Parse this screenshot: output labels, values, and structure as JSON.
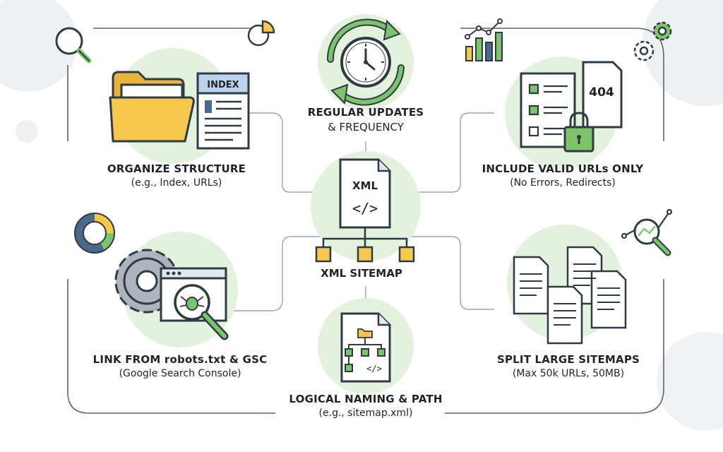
{
  "center": {
    "file_label": "XML",
    "file_code": "</>",
    "title": "XML SITEMAP"
  },
  "topics": {
    "organize": {
      "title": "ORGANIZE STRUCTURE",
      "subtitle": "(e.g., Index, URLs)",
      "doc_label": "INDEX"
    },
    "updates": {
      "title": "REGULAR UPDATES",
      "subtitle": "& FREQUENCY"
    },
    "valid": {
      "title": "INCLUDE VALID URLs ONLY",
      "subtitle": "(No Errors, Redirects)",
      "error_code": "404"
    },
    "link": {
      "title": "LINK FROM robots.txt & GSC",
      "subtitle": "(Google Search Console)"
    },
    "naming": {
      "title": "LOGICAL NAMING & PATH",
      "subtitle": "(e.g., sitemap.xml)",
      "file_code": "</>"
    },
    "split": {
      "title": "SPLIT LARGE SITEMAPS",
      "subtitle": "(Max 50k URLs, 50MB)"
    }
  },
  "colors": {
    "outline": "#2f3a45",
    "yellow": "#f5c84c",
    "green": "#7cc46a",
    "blob": "#e3f1dd",
    "doc": "#ffffff",
    "gray": "#aeb4bb",
    "blue": "#4a6a8c"
  },
  "icons": [
    "magnifier-icon",
    "pie-chart-icon",
    "folder-icon",
    "index-document-icon",
    "clock-icon",
    "refresh-arrows-icon",
    "bar-chart-icon",
    "gear-icon",
    "checklist-icon",
    "lock-icon",
    "xml-file-icon",
    "tree-icon",
    "donut-chart-icon",
    "browser-spider-icon",
    "documents-stack-icon",
    "search-graph-icon"
  ]
}
